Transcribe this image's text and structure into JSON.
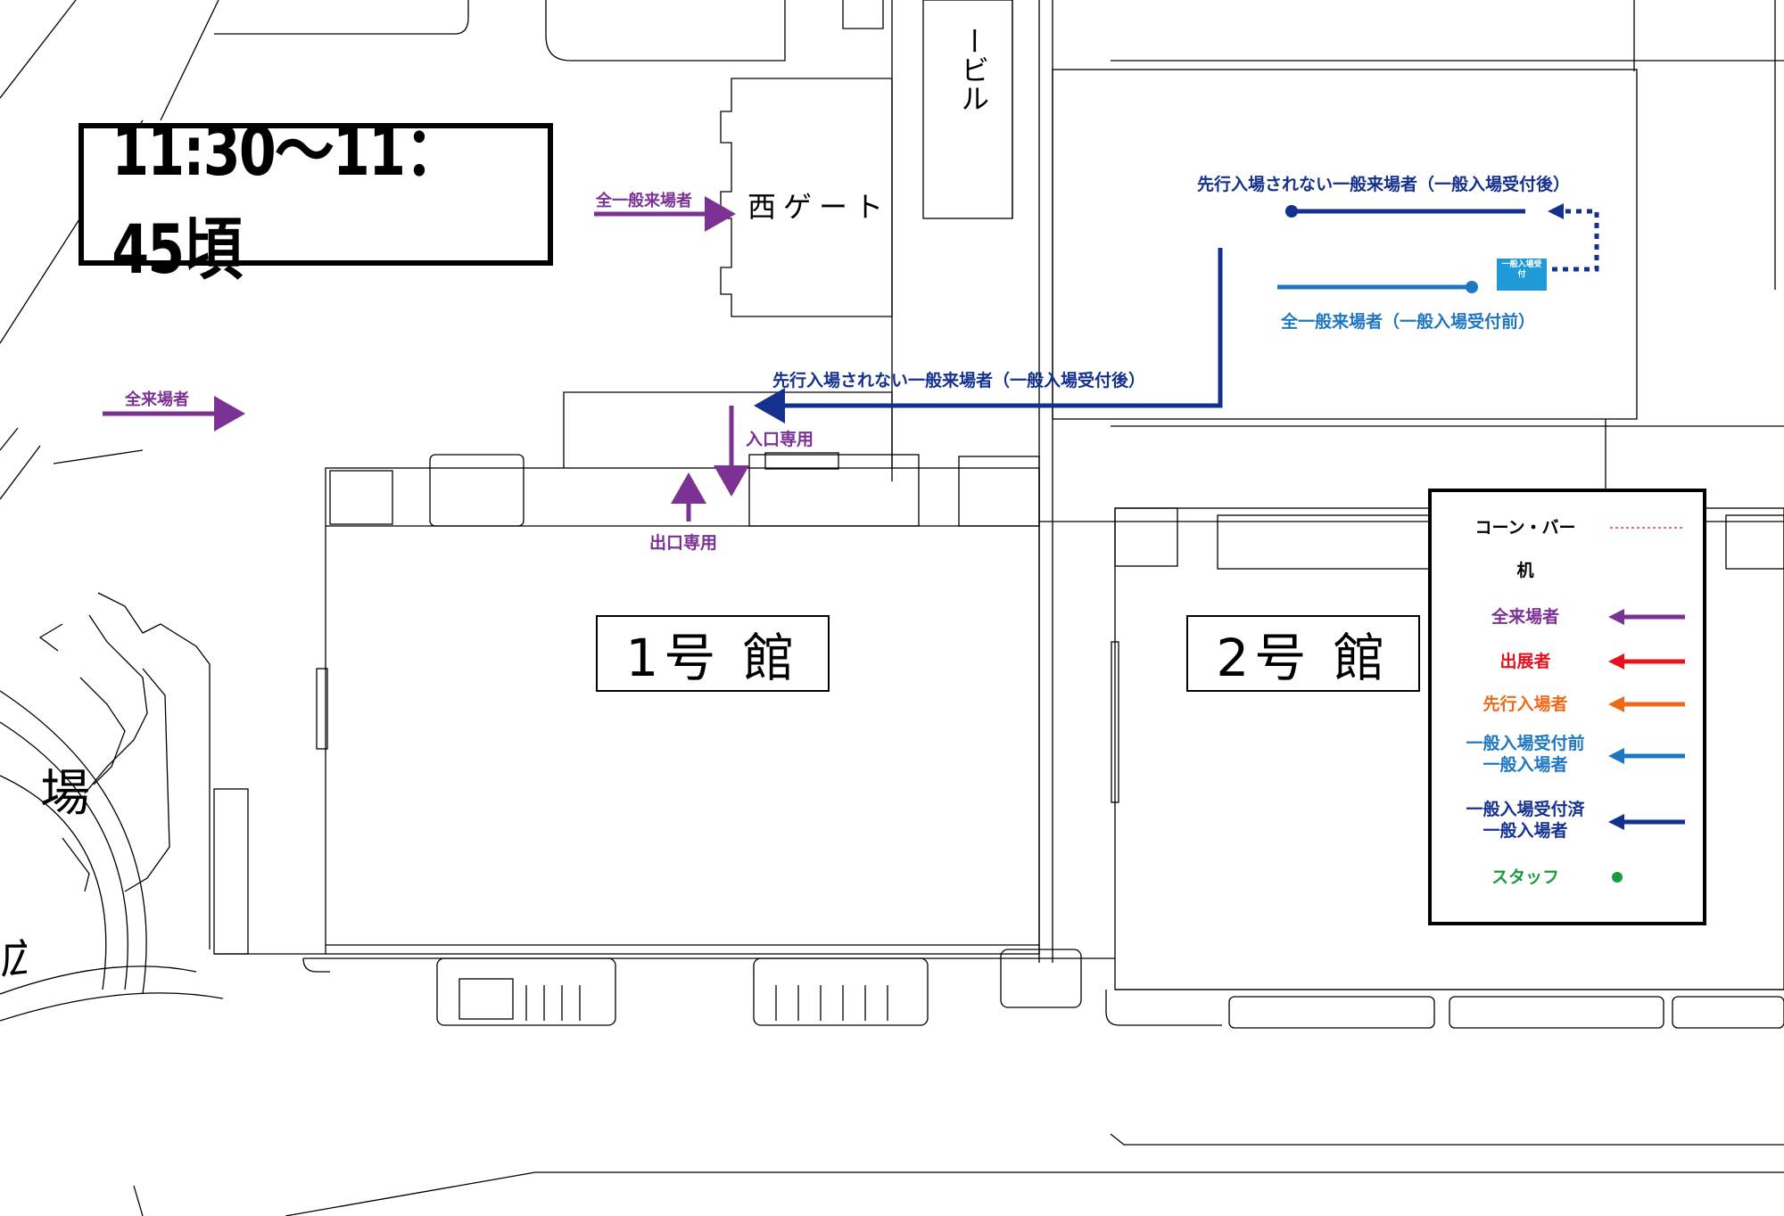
{
  "title": "11:30〜11：45頃",
  "labels": {
    "west_gate": "西ゲート",
    "building_partial": "ービル",
    "venue_partial": "場",
    "venue_partial2": "広",
    "hall1": "1号 館",
    "hall2": "2号 館",
    "entrance_only": "入口専用",
    "exit_only": "出口専用"
  },
  "routes": {
    "all_general_to_west_gate": "全一般来場者",
    "all_visitors": "全来場者",
    "general_after_reception_top": "先行入場されない一般来場者（一般入場受付後）",
    "general_after_reception_mid": "先行入場されない一般来場者（一般入場受付後）",
    "general_before_reception": "全一般来場者（一般入場受付前）",
    "reception_sign": "一般入場受付"
  },
  "legend": {
    "items": [
      {
        "label": "コーン・バー",
        "kind": "dotted",
        "color": "#e8385a"
      },
      {
        "label": "机",
        "kind": "none",
        "color": "#000000"
      },
      {
        "label": "全来場者",
        "kind": "arrow",
        "color": "#7b3294"
      },
      {
        "label": "出展者",
        "kind": "arrow",
        "color": "#e8101e"
      },
      {
        "label": "先行入場者",
        "kind": "arrow",
        "color": "#ef6a18"
      },
      {
        "label": "一般入場受付前\n一般入場者",
        "kind": "arrow",
        "color": "#1f77c2"
      },
      {
        "label": "一般入場受付済\n一般入場者",
        "kind": "arrow",
        "color": "#14318f"
      },
      {
        "label": "スタッフ",
        "kind": "dot",
        "color": "#1a9b3c"
      }
    ]
  },
  "colors": {
    "purple": "#7b3294",
    "navy": "#14318f",
    "blue": "#1f77c2",
    "red": "#e8101e",
    "orange": "#ef6a18",
    "green": "#1a9b3c"
  }
}
